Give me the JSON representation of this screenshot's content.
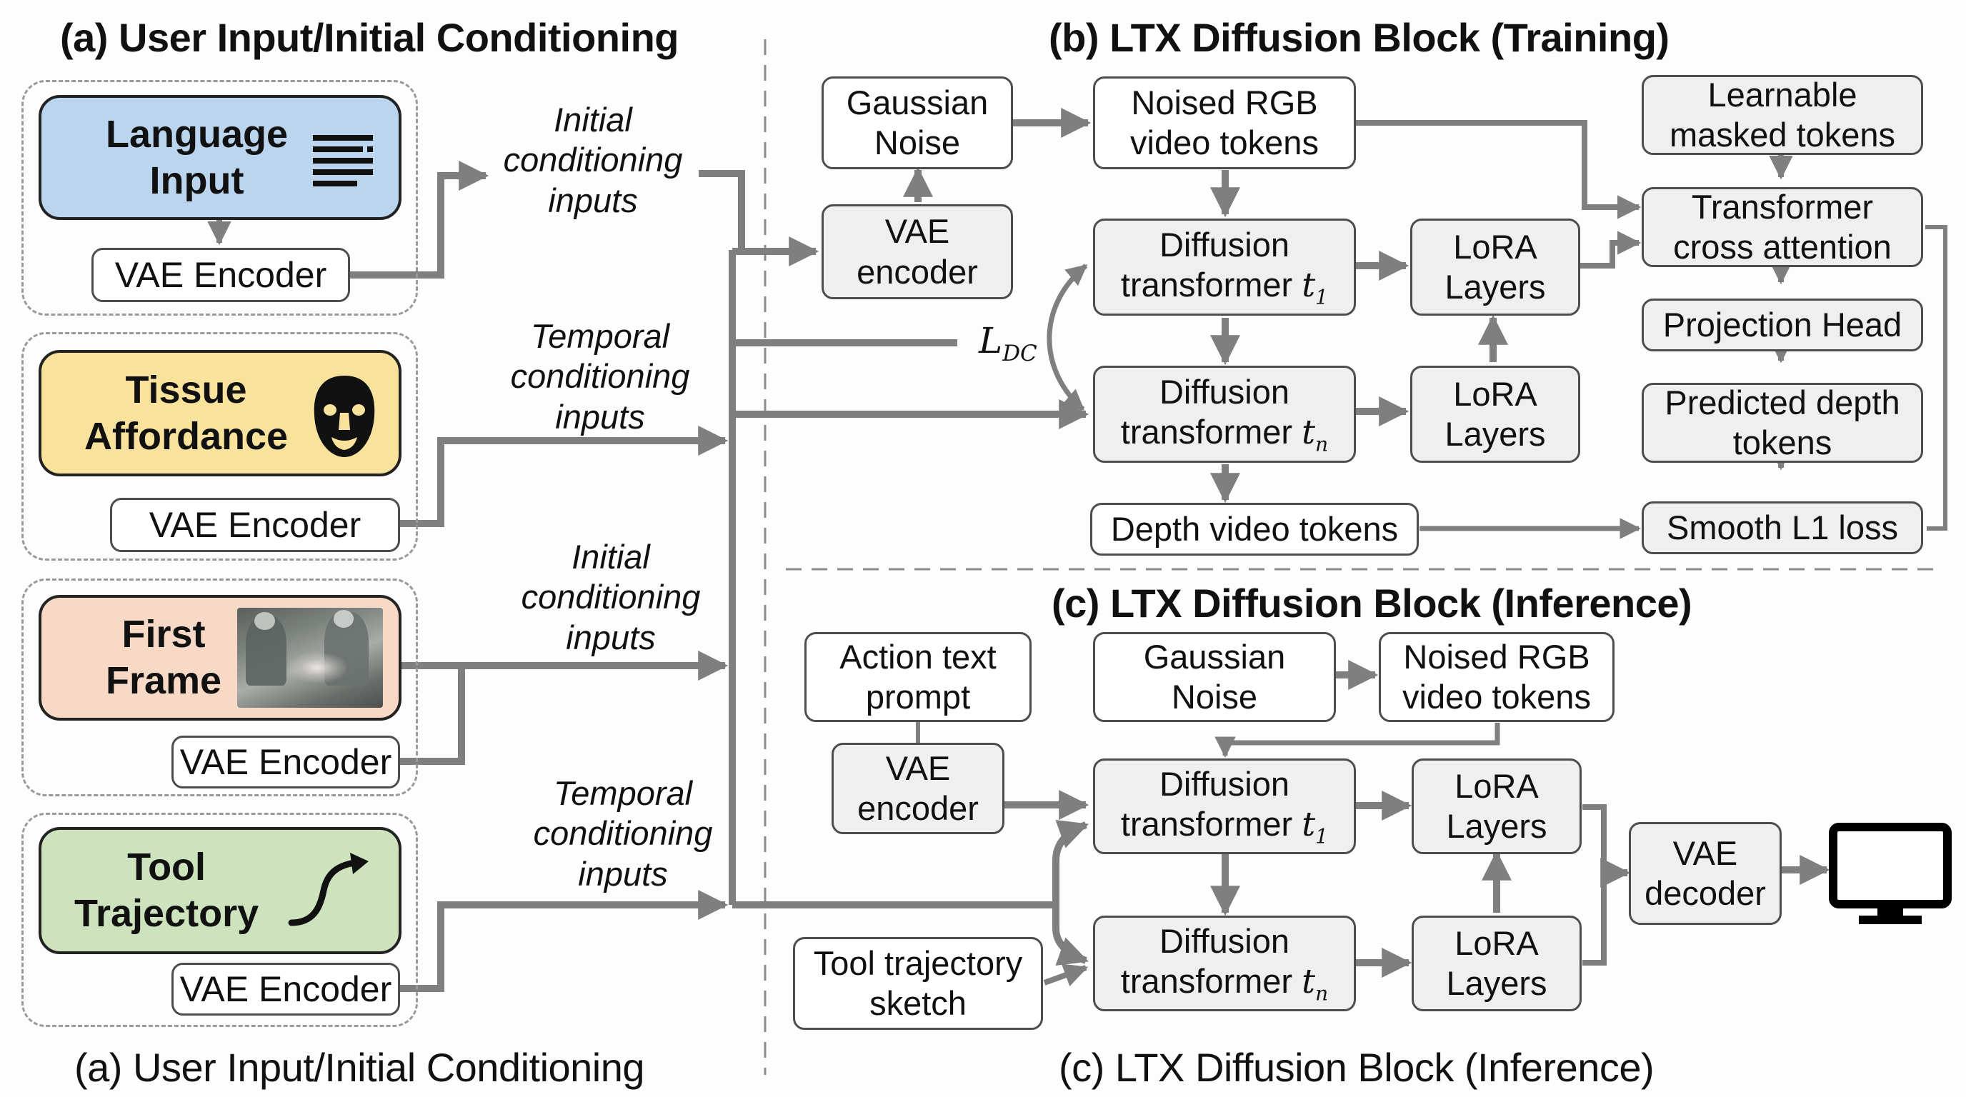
{
  "figure": {
    "panel_a": {
      "title": "(a) User Input/Initial Conditioning",
      "caption": "(a) User Input/Initial Conditioning",
      "inputs": [
        {
          "label_line1": "Language",
          "label_line2": "Input",
          "color": "#bcd5ee",
          "icon": "text-lines-icon",
          "encoder": "VAE Encoder"
        },
        {
          "label_line1": "Tissue",
          "label_line2": "Affordance",
          "color": "#f9e29c",
          "icon": "face-mask-icon",
          "encoder": "VAE Encoder"
        },
        {
          "label_line1": "First",
          "label_line2": "Frame",
          "color": "#f8d9c6",
          "icon": "surgery-photo",
          "encoder": "VAE Encoder"
        },
        {
          "label_line1": "Tool",
          "label_line2": "Trajectory",
          "color": "#cde3bd",
          "icon": "curved-arrow-icon",
          "encoder": "VAE Encoder"
        }
      ],
      "flow_labels": [
        {
          "line1": "Initial",
          "line2": "conditioning",
          "line3": "inputs"
        },
        {
          "line1": "Temporal",
          "line2": "conditioning",
          "line3": "inputs"
        },
        {
          "line1": "Initial",
          "line2": "conditioning",
          "line3": "inputs"
        },
        {
          "line1": "Temporal",
          "line2": "conditioning",
          "line3": "inputs"
        }
      ]
    },
    "panel_b": {
      "title": "(b) LTX Diffusion Block (Training)",
      "gaussian_noise": {
        "line1": "Gaussian",
        "line2": "Noise"
      },
      "vae_encoder": {
        "line1": "VAE",
        "line2": "encoder"
      },
      "noised_rgb": {
        "line1": "Noised RGB",
        "line2": "video tokens"
      },
      "diffusion_t1": {
        "line1": "Diffusion",
        "line2": "transformer",
        "var": "t",
        "sub": "1"
      },
      "diffusion_tn": {
        "line1": "Diffusion",
        "line2": "transformer",
        "var": "t",
        "sub": "n"
      },
      "lora_1": {
        "line1": "LoRA",
        "line2": "Layers"
      },
      "lora_2": {
        "line1": "LoRA",
        "line2": "Layers"
      },
      "depth_video_tokens": "Depth video tokens",
      "learnable_masked": {
        "line1": "Learnable",
        "line2": "masked tokens"
      },
      "cross_attention": {
        "line1": "Transformer",
        "line2": "cross attention"
      },
      "projection_head": "Projection Head",
      "predicted_depth": {
        "line1": "Predicted depth",
        "line2": "tokens"
      },
      "smooth_l1": "Smooth L1 loss",
      "loss_label": {
        "main": "L",
        "sub": "DC"
      }
    },
    "panel_c": {
      "title": "(c) LTX Diffusion Block (Inference)",
      "caption": "(c) LTX Diffusion Block (Inference)",
      "action_text": {
        "line1": "Action text",
        "line2": "prompt"
      },
      "vae_encoder": {
        "line1": "VAE",
        "line2": "encoder"
      },
      "gaussian_noise": {
        "line1": "Gaussian",
        "line2": "Noise"
      },
      "noised_rgb": {
        "line1": "Noised RGB",
        "line2": "video tokens"
      },
      "diffusion_t1": {
        "line1": "Diffusion",
        "line2": "transformer",
        "var": "t",
        "sub": "1"
      },
      "diffusion_tn": {
        "line1": "Diffusion",
        "line2": "transformer",
        "var": "t",
        "sub": "n"
      },
      "lora_1": {
        "line1": "LoRA",
        "line2": "Layers"
      },
      "lora_2": {
        "line1": "LoRA",
        "line2": "Layers"
      },
      "tool_sketch": {
        "line1": "Tool trajectory",
        "line2": "sketch"
      },
      "vae_decoder": {
        "line1": "VAE",
        "line2": "decoder"
      },
      "output_icon": "monitor-icon"
    },
    "colors": {
      "arrow": "#7f7f7f",
      "box_border": "#4d4d4d",
      "grey_box_fill": "#efefef",
      "divider": "#8c8c8c"
    }
  }
}
